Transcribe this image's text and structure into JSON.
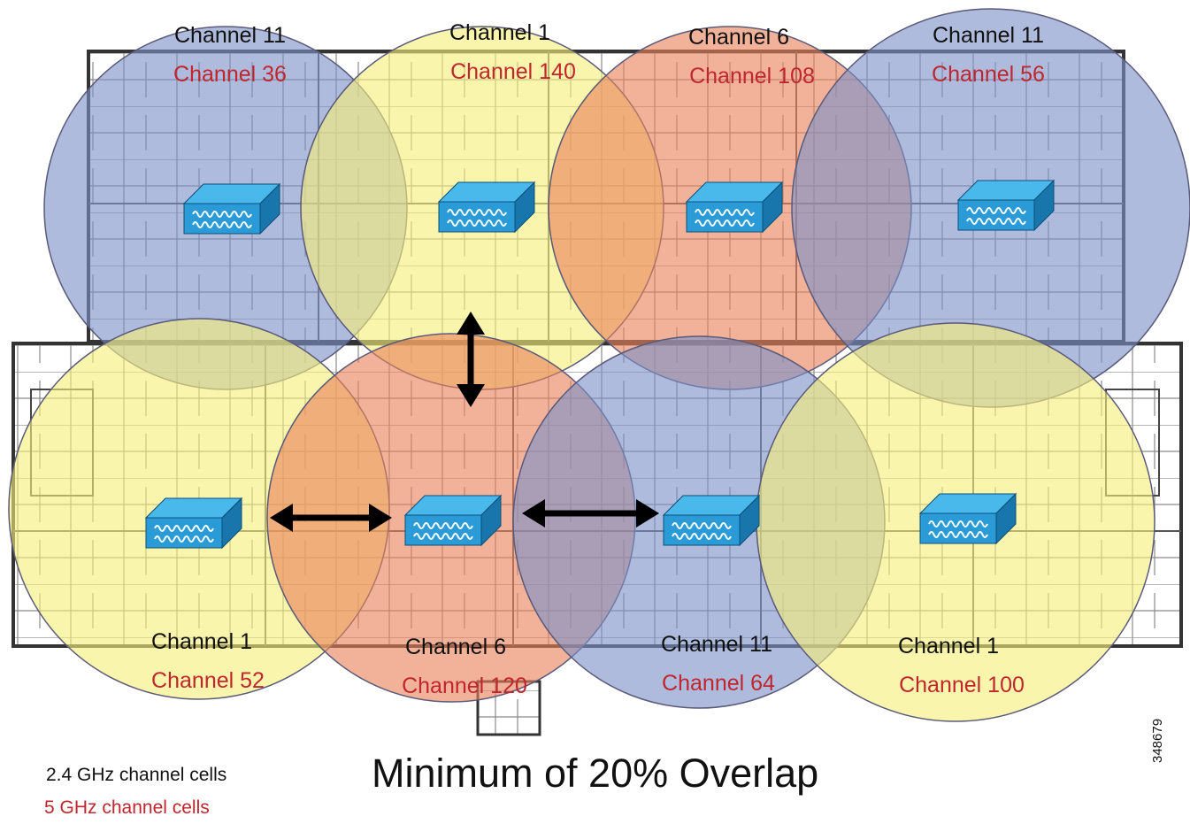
{
  "colors": {
    "cell_yellow": "#f7ef7a",
    "cell_blue": "#7c92c7",
    "cell_orange": "#e8835a",
    "channel_5ghz_text": "#c0262d",
    "ap_face": "#2a9bd6",
    "ap_top": "#49b8ea",
    "ap_side": "#1876ad"
  },
  "cells": [
    {
      "label_24": "Channel 11",
      "label_5": "Channel 36",
      "color": "blue"
    },
    {
      "label_24": "Channel 1",
      "label_5": "Channel 140",
      "color": "yellow"
    },
    {
      "label_24": "Channel 6",
      "label_5": "Channel 108",
      "color": "orange"
    },
    {
      "label_24": "Channel 11",
      "label_5": "Channel 56",
      "color": "blue"
    },
    {
      "label_24": "Channel 1",
      "label_5": "Channel 52",
      "color": "yellow"
    },
    {
      "label_24": "Channel 6",
      "label_5": "Channel 120",
      "color": "orange"
    },
    {
      "label_24": "Channel 11",
      "label_5": "Channel 64",
      "color": "blue"
    },
    {
      "label_24": "Channel 1",
      "label_5": "Channel 100",
      "color": "yellow"
    }
  ],
  "access_point_icon": "wireless-access-point-icon",
  "overlap_arrow_icon": "double-arrow-icon",
  "legend": {
    "ghz24": "2.4 GHz channel cells",
    "ghz5": "5 GHz channel cells"
  },
  "caption": "Minimum of 20% Overlap",
  "figure_id": "348679"
}
